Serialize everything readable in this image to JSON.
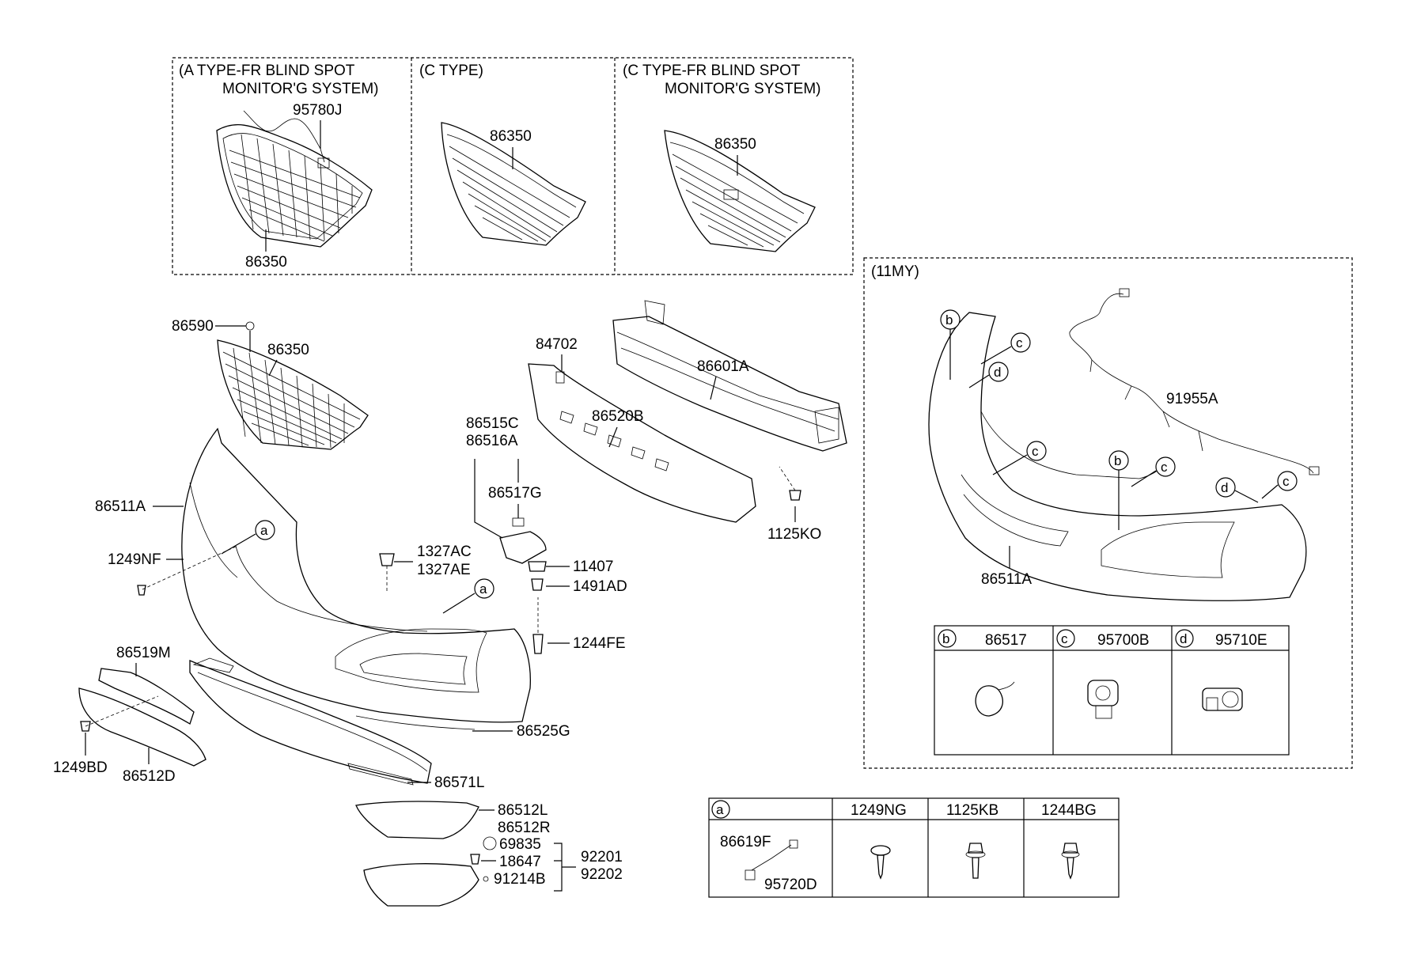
{
  "insets": {
    "a_type": {
      "title1": "(A TYPE-FR BLIND SPOT",
      "title2": "MONITOR'G SYSTEM)",
      "harness": "95780J",
      "grille": "86350"
    },
    "c_type": {
      "title1": "(C TYPE)",
      "grille": "86350"
    },
    "c_type_fr": {
      "title1": "(C TYPE-FR BLIND SPOT",
      "title2": "MONITOR'G SYSTEM)",
      "grille": "86350"
    },
    "my11": {
      "title1": "(11MY)",
      "harness": "91955A",
      "bumper": "86511A"
    }
  },
  "parts": {
    "p86590": "86590",
    "p86350": "86350",
    "p86511A": "86511A",
    "p1249NF": "1249NF",
    "p1327AC": "1327AC",
    "p1327AE": "1327AE",
    "p84702": "84702",
    "p86601A": "86601A",
    "p86520B": "86520B",
    "p86515C": "86515C",
    "p86516A": "86516A",
    "p86517G": "86517G",
    "p1125KO": "1125KO",
    "p11407": "11407",
    "p1491AD": "1491AD",
    "p1244FE": "1244FE",
    "p86519M": "86519M",
    "p86525G": "86525G",
    "p1249BD": "1249BD",
    "p86512D": "86512D",
    "p86571L": "86571L",
    "p86512L": "86512L",
    "p86512R": "86512R",
    "p69835": "69835",
    "p18647": "18647",
    "p91214B": "91214B",
    "p92201": "92201",
    "p92202": "92202"
  },
  "callouts": {
    "a": "a",
    "b": "b",
    "c": "c",
    "d": "d"
  },
  "table_right": {
    "col1": {
      "key": "b",
      "part": "86517"
    },
    "col2": {
      "key": "c",
      "part": "95700B"
    },
    "col3": {
      "key": "d",
      "part": "95710E"
    }
  },
  "table_bottom": {
    "key": "a",
    "h1": "1249NG",
    "h2": "1125KB",
    "h3": "1244BG",
    "item1": "86619F",
    "item2": "95720D"
  }
}
